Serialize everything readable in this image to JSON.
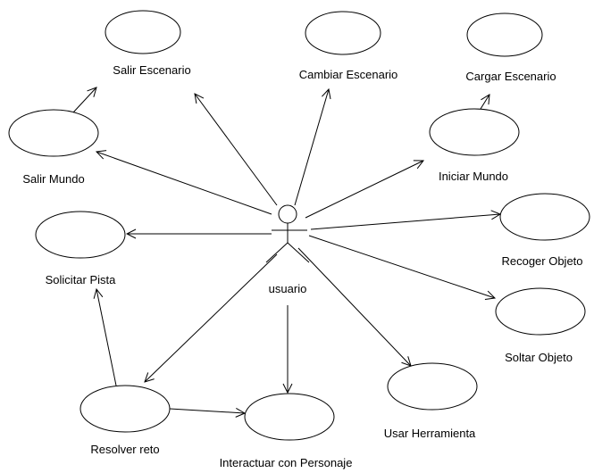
{
  "actor": {
    "name": "usuario"
  },
  "use_cases": {
    "salir_escenario": "Salir Escenario",
    "cambiar_escenario": "Cambiar Escenario",
    "cargar_escenario": "Cargar Escenario",
    "salir_mundo": "Salir Mundo",
    "iniciar_mundo": "Iniciar Mundo",
    "solicitar_pista": "Solicitar Pista",
    "recoger_objeto": "Recoger Objeto",
    "soltar_objeto": "Soltar Objeto",
    "resolver_reto": "Resolver reto",
    "interactuar_con_personaje": "Interactuar con Personaje",
    "usar_herramienta": "Usar Herramienta"
  }
}
